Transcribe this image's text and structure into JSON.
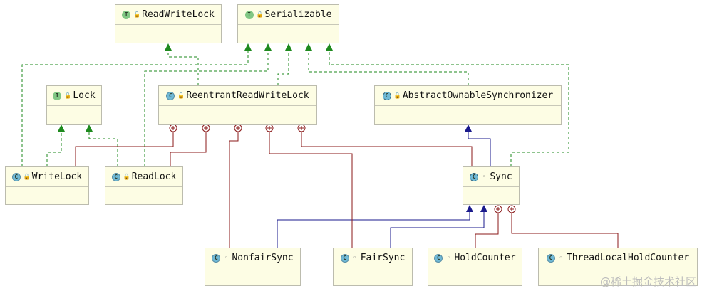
{
  "diagram": {
    "nodes": [
      {
        "id": "readwritelock",
        "label": "ReadWriteLock",
        "kind": "interface",
        "visibility": "public"
      },
      {
        "id": "serializable",
        "label": "Serializable",
        "kind": "interface",
        "visibility": "public"
      },
      {
        "id": "lock",
        "label": "Lock",
        "kind": "interface",
        "visibility": "public"
      },
      {
        "id": "reentrant",
        "label": "ReentrantReadWriteLock",
        "kind": "class",
        "visibility": "public"
      },
      {
        "id": "aos",
        "label": "AbstractOwnableSynchronizer",
        "kind": "abstract-class",
        "visibility": "public"
      },
      {
        "id": "writelock",
        "label": "WriteLock",
        "kind": "class",
        "visibility": "public"
      },
      {
        "id": "readlock",
        "label": "ReadLock",
        "kind": "class",
        "visibility": "public"
      },
      {
        "id": "sync",
        "label": "Sync",
        "kind": "abstract-class",
        "visibility": "package"
      },
      {
        "id": "nonfairsync",
        "label": "NonfairSync",
        "kind": "class",
        "visibility": "package"
      },
      {
        "id": "fairsync",
        "label": "FairSync",
        "kind": "class",
        "visibility": "package"
      },
      {
        "id": "holdcounter",
        "label": "HoldCounter",
        "kind": "class",
        "visibility": "package"
      },
      {
        "id": "threadlocal",
        "label": "ThreadLocalHoldCounter",
        "kind": "class",
        "visibility": "package"
      }
    ],
    "edges": [
      {
        "from": "reentrant",
        "to": "readwritelock",
        "type": "implements"
      },
      {
        "from": "writelock",
        "to": "serializable",
        "type": "implements"
      },
      {
        "from": "readlock",
        "to": "serializable",
        "type": "implements"
      },
      {
        "from": "reentrant",
        "to": "serializable",
        "type": "implements"
      },
      {
        "from": "aos",
        "to": "serializable",
        "type": "implements"
      },
      {
        "from": "sync",
        "to": "serializable",
        "type": "implements"
      },
      {
        "from": "writelock",
        "to": "lock",
        "type": "implements"
      },
      {
        "from": "readlock",
        "to": "lock",
        "type": "implements"
      },
      {
        "from": "sync",
        "to": "aos",
        "type": "extends"
      },
      {
        "from": "nonfairsync",
        "to": "sync",
        "type": "extends"
      },
      {
        "from": "fairsync",
        "to": "sync",
        "type": "extends"
      },
      {
        "from": "writelock",
        "to": "reentrant",
        "type": "inner"
      },
      {
        "from": "readlock",
        "to": "reentrant",
        "type": "inner"
      },
      {
        "from": "nonfairsync",
        "to": "reentrant",
        "type": "inner"
      },
      {
        "from": "fairsync",
        "to": "reentrant",
        "type": "inner"
      },
      {
        "from": "sync",
        "to": "reentrant",
        "type": "inner"
      },
      {
        "from": "holdcounter",
        "to": "sync",
        "type": "inner"
      },
      {
        "from": "threadlocal",
        "to": "sync",
        "type": "inner"
      }
    ],
    "colors": {
      "implements": "#1e8a1e",
      "extends": "#1a1a8c",
      "inner": "#8b1a1a",
      "node_fill": "#fdfde4",
      "node_border": "#bcbcae"
    },
    "icons": {
      "interface": "interface-icon",
      "class": "class-icon",
      "abstract-class": "abstract-class-icon",
      "public": "public-lock-icon",
      "package": "package-private-icon"
    },
    "icon_letters": {
      "interface": "I",
      "class": "C",
      "abstract-class": "C"
    },
    "watermark": "@稀土掘金技术社区"
  }
}
